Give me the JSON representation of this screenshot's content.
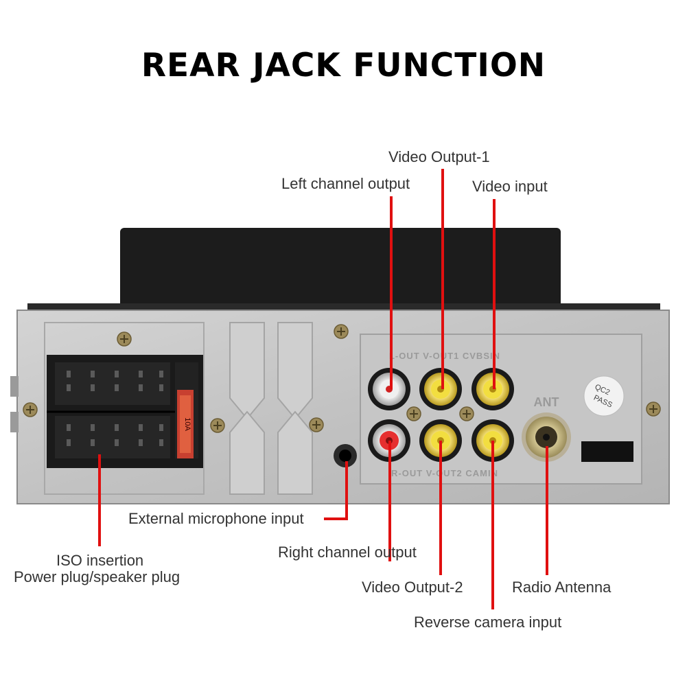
{
  "title": "REAR JACK FUNCTION",
  "accent_color": "#e01010",
  "device": {
    "rca_top_print": "L-OUT V-OUT1 CVBSIN",
    "rca_bottom_print": "R-OUT V-OUT2 CAMIN",
    "ant_print": "ANT",
    "qc_print_1": "QC2",
    "qc_print_2": "PASS",
    "fuse_print": "10A"
  },
  "labels": {
    "video_output_1": "Video Output-1",
    "left_channel_output": "Left channel output",
    "video_input": "Video input",
    "external_mic_input": "External microphone input",
    "iso_insertion": "ISO insertion",
    "power_speaker_plug": "Power plug/speaker plug",
    "right_channel_output": "Right channel output",
    "video_output_2": "Video Output-2",
    "radio_antenna": "Radio Antenna",
    "reverse_camera_input": "Reverse camera input"
  }
}
